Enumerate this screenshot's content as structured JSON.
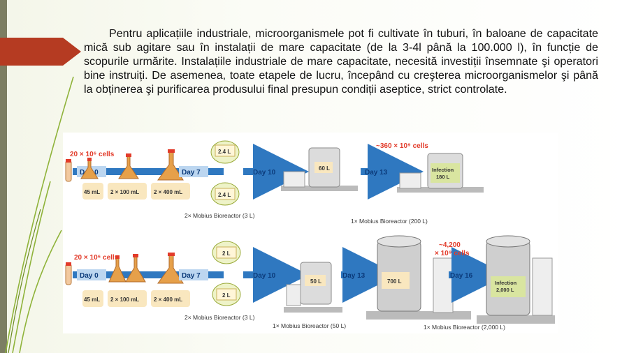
{
  "paragraph": "Pentru aplicațiile industriale, microorganismele pot fi cultivate în tuburi, în baloane de capacitate mică sub agitare sau în instalații de mare capacitate (de la 3-4l până la 100.000 l), în funcție de scopurile urmărite. Instalațiile industriale de mare capacitate, necesită investiții însemnate şi operatori bine instruiți. De asemenea, toate etapele de lucru, începând cu creşterea microorganismelor şi până la obținerea şi purificarea produsului final presupun condiții aseptice, strict controlate.",
  "figure": {
    "top": {
      "start_cells": "20 × 10⁶ cells",
      "days": [
        "Day 0",
        "Day 7",
        "Day 10",
        "Day 13"
      ],
      "volumes": [
        "45 mL",
        "2 × 100 mL",
        "2 × 400 mL"
      ],
      "bag_volumes": [
        "2.4 L",
        "2.4 L"
      ],
      "reactor_volumes": [
        "60 L",
        "Infection",
        "180 L"
      ],
      "cell_count": "~360 × 10⁹ cells",
      "label_mobius_small": "2× Mobius Bioreactor (3 L)",
      "label_mobius_large": "1× Mobius Bioreactor (200 L)"
    },
    "bottom": {
      "start_cells": "20 × 10⁶ cells",
      "days": [
        "Day 0",
        "Day 7",
        "Day 10",
        "Day 13",
        "Day 16"
      ],
      "volumes": [
        "45 mL",
        "2 × 100 mL",
        "2 × 400 mL"
      ],
      "bag_volumes": [
        "2 L",
        "2 L"
      ],
      "reactor_volumes": [
        "50 L",
        "700 L",
        "Infection",
        "2,000 L"
      ],
      "cell_count_1": "~4,200",
      "cell_count_2": "× 10⁹ cells",
      "label_mobius_small": "2× Mobius Bioreactor (3 L)",
      "label_mobius_50": "1× Mobius Bioreactor (50 L)",
      "label_mobius_2000": "1× Mobius Bioreactor (2,000 L)"
    },
    "colors": {
      "arrow": "#2f78c0",
      "day_text": "#0b3a7a",
      "red": "#e23b2a",
      "beige": "#f9e7bf",
      "green_fill": "#d9e5a0"
    }
  }
}
